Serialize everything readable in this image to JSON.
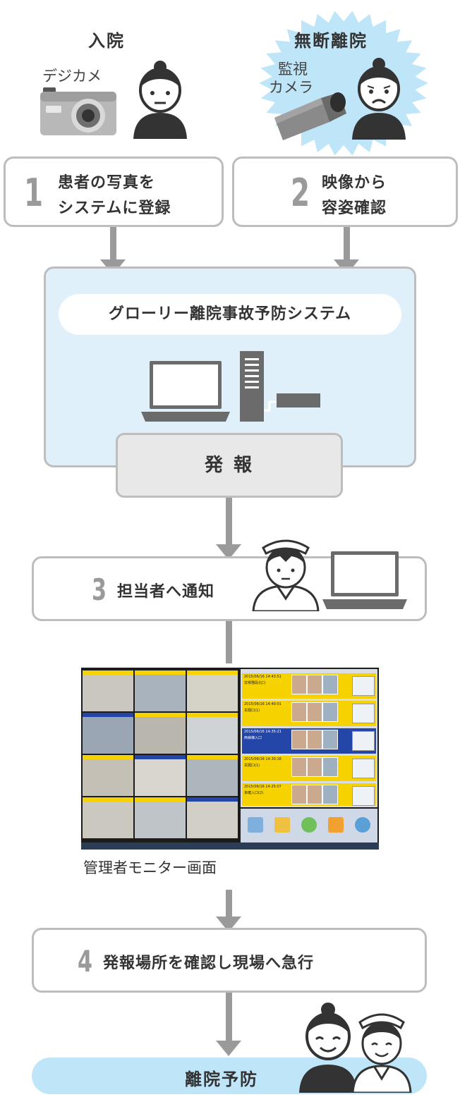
{
  "admission": {
    "title": "入院",
    "camera_label": "デジカメ"
  },
  "wandering": {
    "title": "無断離院",
    "camera_label_line1": "監視",
    "camera_label_line2": "カメラ"
  },
  "step1": {
    "number": "1",
    "line1": "患者の写真を",
    "line2": "システムに登録"
  },
  "step2": {
    "number": "2",
    "line1": "映像から",
    "line2": "容姿確認"
  },
  "system": {
    "name": "グローリー離院事故予防システム",
    "alert": "発 報"
  },
  "step3": {
    "number": "3",
    "text": "担当者へ通知"
  },
  "monitor": {
    "caption": "管理者モニター画面",
    "events": [
      {
        "time": "2015/06/16 14:43:51",
        "desc": "非常階段北口"
      },
      {
        "time": "2015/06/16 14:40:01",
        "desc": "玄関口(1)"
      },
      {
        "time": "2015/06/16 14:35:21",
        "desc": "西病棟入口"
      },
      {
        "time": "2015/06/16 14:30:16",
        "desc": "玄関口(1)"
      },
      {
        "time": "2015/06/16 14:25:07",
        "desc": "未確入口(2)"
      }
    ]
  },
  "step4": {
    "number": "4",
    "text": "発報場所を確認し現場へ急行"
  },
  "result": {
    "text": "離院予防"
  },
  "colors": {
    "accent_blue": "#dff0fb",
    "border_gray": "#bdbdbd",
    "arrow_gray": "#9a9a9a",
    "badge_blue": "#bfe6f8"
  }
}
